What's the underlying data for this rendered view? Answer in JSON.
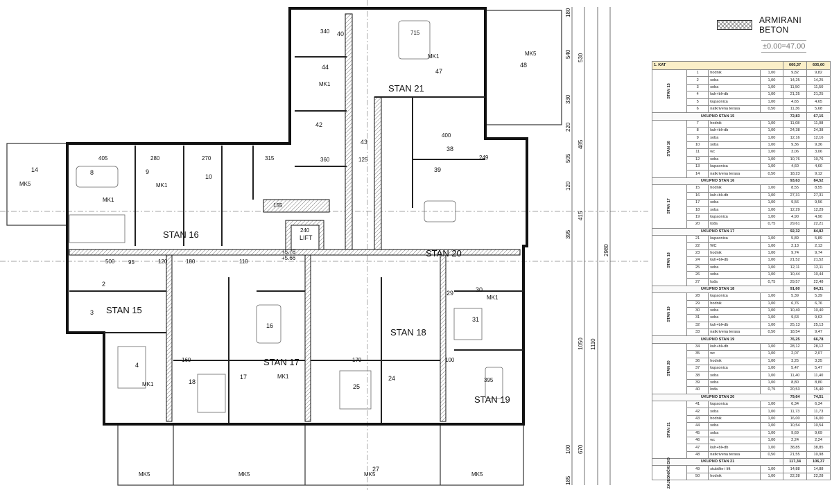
{
  "legend": {
    "material_label": "ARMIRANI BETON",
    "level_label": "±0.00=47.00"
  },
  "plan": {
    "apartments": [
      "STAN 15",
      "STAN 16",
      "STAN 17",
      "STAN 18",
      "STAN 19",
      "STAN 20",
      "STAN 21"
    ],
    "lift": "LIFT",
    "rooms": [
      "40",
      "44",
      "42",
      "43",
      "47",
      "48",
      "38",
      "39",
      "14",
      "8",
      "9",
      "10",
      "2",
      "3",
      "4",
      "16",
      "17",
      "18",
      "24",
      "27",
      "29",
      "30",
      "31",
      "25"
    ],
    "furniture_tags": [
      "MK1",
      "MK5"
    ],
    "dimensions": [
      "715",
      "340",
      "405",
      "280",
      "270",
      "315",
      "360",
      "125",
      "400",
      "249",
      "155",
      "240",
      "500",
      "395",
      "160",
      "170",
      "100",
      "180",
      "120",
      "110",
      "95"
    ],
    "side_dimensions": [
      "180",
      "540",
      "330",
      "530",
      "220",
      "505",
      "485",
      "120",
      "415",
      "395",
      "1050",
      "1110",
      "670",
      "100",
      "185",
      "2980"
    ],
    "level_marks": [
      "+5.66",
      "+5.76"
    ]
  },
  "table": {
    "header": {
      "label": "1. KAT",
      "total1": "660,37",
      "total2": "605,60"
    },
    "groups": [
      {
        "name": "STAN 15",
        "rows": [
          [
            "1",
            "hodnik",
            "1,00",
            "9,82",
            "9,82"
          ],
          [
            "2",
            "soba",
            "1,00",
            "14,25",
            "14,25"
          ],
          [
            "3",
            "soba",
            "1,00",
            "11,50",
            "11,50"
          ],
          [
            "4",
            "kuh+bl+db",
            "1,00",
            "21,25",
            "21,25"
          ],
          [
            "5",
            "kupaonica",
            "1,00",
            "4,65",
            "4,65"
          ],
          [
            "6",
            "natkrivena terasa",
            "0,50",
            "11,36",
            "5,68"
          ]
        ],
        "total_label": "UKUPNO STAN 15",
        "total1": "72,83",
        "total2": "67,15"
      },
      {
        "name": "STAN 16",
        "rows": [
          [
            "7",
            "hodnik",
            "1,00",
            "11,08",
            "11,08"
          ],
          [
            "8",
            "kuh+bl+db",
            "1,00",
            "24,38",
            "24,38"
          ],
          [
            "9",
            "soba",
            "1,00",
            "12,16",
            "12,16"
          ],
          [
            "10",
            "soba",
            "1,00",
            "9,36",
            "9,36"
          ],
          [
            "11",
            "wc",
            "1,00",
            "3,06",
            "3,06"
          ],
          [
            "12",
            "soba",
            "1,00",
            "10,76",
            "10,76"
          ],
          [
            "13",
            "kupaonica",
            "1,00",
            "4,60",
            "4,60"
          ],
          [
            "14",
            "natkrivena terasa",
            "0,50",
            "18,23",
            "9,12"
          ]
        ],
        "total_label": "UKUPNO STAN 16",
        "total1": "93,63",
        "total2": "84,52"
      },
      {
        "name": "STAN 17",
        "rows": [
          [
            "15",
            "hodnik",
            "1,00",
            "8,55",
            "8,55"
          ],
          [
            "16",
            "kuh+bl+db",
            "1,00",
            "27,31",
            "27,31"
          ],
          [
            "17",
            "soba",
            "1,00",
            "9,56",
            "9,56"
          ],
          [
            "18",
            "soba",
            "1,00",
            "12,29",
            "12,29"
          ],
          [
            "19",
            "kupaonica",
            "1,00",
            "4,90",
            "4,90"
          ],
          [
            "20",
            "lođa",
            "0,75",
            "29,61",
            "22,21"
          ]
        ],
        "total_label": "UKUPNO STAN 17",
        "total1": "92,32",
        "total2": "84,82"
      },
      {
        "name": "STAN 18",
        "rows": [
          [
            "21",
            "kupaonica",
            "1,00",
            "5,89",
            "5,89"
          ],
          [
            "22",
            "WC",
            "1,00",
            "2,13",
            "2,13"
          ],
          [
            "23",
            "hodnik",
            "1,00",
            "9,74",
            "9,74"
          ],
          [
            "24",
            "kuh+bl+db",
            "1,00",
            "21,52",
            "21,52"
          ],
          [
            "25",
            "soba",
            "1,00",
            "12,11",
            "12,11"
          ],
          [
            "26",
            "soba",
            "1,00",
            "10,44",
            "10,44"
          ],
          [
            "27",
            "lođa",
            "0,75",
            "29,57",
            "22,48"
          ]
        ],
        "total_label": "UKUPNO STAN 18",
        "total1": "91,60",
        "total2": "84,31"
      },
      {
        "name": "STAN 19",
        "rows": [
          [
            "28",
            "kupaonica",
            "1,00",
            "5,39",
            "5,39"
          ],
          [
            "29",
            "hodnik",
            "1,00",
            "6,76",
            "6,76"
          ],
          [
            "30",
            "soba",
            "1,00",
            "10,40",
            "10,40"
          ],
          [
            "31",
            "soba",
            "1,00",
            "9,63",
            "9,63"
          ],
          [
            "32",
            "kuh+bl+db",
            "1,00",
            "25,13",
            "25,13"
          ],
          [
            "33",
            "natkrivena terasa",
            "0,50",
            "18,54",
            "9,47"
          ]
        ],
        "total_label": "UKUPNO STAN 19",
        "total1": "76,25",
        "total2": "66,78"
      },
      {
        "name": "STAN 20",
        "rows": [
          [
            "34",
            "kuh+bl+db",
            "1,00",
            "28,12",
            "28,12"
          ],
          [
            "35",
            "wc",
            "1,00",
            "2,07",
            "2,07"
          ],
          [
            "36",
            "hodnik",
            "1,00",
            "3,25",
            "3,25"
          ],
          [
            "37",
            "kupaonica",
            "1,00",
            "5,47",
            "5,47"
          ],
          [
            "38",
            "soba",
            "1,00",
            "11,40",
            "11,40"
          ],
          [
            "39",
            "soba",
            "1,00",
            "8,80",
            "8,80"
          ],
          [
            "40",
            "lođa",
            "0,75",
            "20,53",
            "15,40"
          ]
        ],
        "total_label": "UKUPNO STAN 20",
        "total1": "79,64",
        "total2": "74,51"
      },
      {
        "name": "STAN 21",
        "rows": [
          [
            "41",
            "kupaonica",
            "1,00",
            "6,34",
            "6,34"
          ],
          [
            "42",
            "soba",
            "1,00",
            "11,73",
            "11,73"
          ],
          [
            "43",
            "hodnik",
            "1,00",
            "16,00",
            "16,00"
          ],
          [
            "44",
            "soba",
            "1,00",
            "10,54",
            "10,54"
          ],
          [
            "45",
            "soba",
            "1,00",
            "9,69",
            "9,69"
          ],
          [
            "46",
            "wc",
            "1,00",
            "2,24",
            "2,24"
          ],
          [
            "47",
            "kuh+bl+db",
            "1,00",
            "38,85",
            "38,85"
          ],
          [
            "48",
            "natkrivena terasa",
            "0,50",
            "21,55",
            "10,98"
          ]
        ],
        "total_label": "UKUPNO STAN 21",
        "total1": "117,34",
        "total2": "106,37"
      },
      {
        "name": "ZAJEDNIČKI DIO",
        "rows": [
          [
            "49",
            "stubište i lift",
            "1,00",
            "14,88",
            "14,88"
          ],
          [
            "50",
            "hodnik",
            "1,00",
            "22,28",
            "22,28"
          ]
        ]
      }
    ]
  }
}
